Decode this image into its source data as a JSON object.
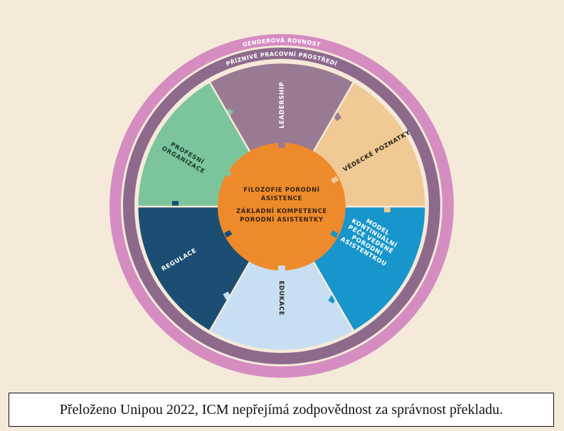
{
  "rings": {
    "outer": "GENDEROVÁ ROVNOST",
    "inner": "PŘÍZNIVÉ PRACOVNÍ PROSTŘEDÍ"
  },
  "center": {
    "line1": "FILOZOFIE PORODNÍ",
    "line2": "ASISTENCE",
    "line3": "ZÁKLADNÍ KOMPETENCE",
    "line4": "PORODNÍ ASISTENTKY"
  },
  "sectors": {
    "leadership": "LEADERSHIP",
    "vedecke": "VĚDECKÉ POZNATKY",
    "model": [
      "MODEL",
      "KONTINUÁLNÍ",
      "PÉČE VEDENÉ",
      "PORODNÍ",
      "ASISTENTKOU"
    ],
    "edukace": "EDUKACE",
    "regulace": "REGULACE",
    "profesni": [
      "PROFESNÍ",
      "ORGANIZACE"
    ]
  },
  "caption": "Přeloženo Unipou 2022, ICM nepřejímá zodpovědnost za správnost překladu.",
  "colors": {
    "background": "#f5ead9",
    "gender_ring": "#d58dc1",
    "environment_ring": "#8d6a8c",
    "leadership": "#9a7a92",
    "vedecke": "#f0c994",
    "model": "#1896cb",
    "edukace": "#c8def2",
    "regulace": "#1b4e72",
    "profesni": "#7cc59c",
    "center": "#ee8a2b"
  }
}
